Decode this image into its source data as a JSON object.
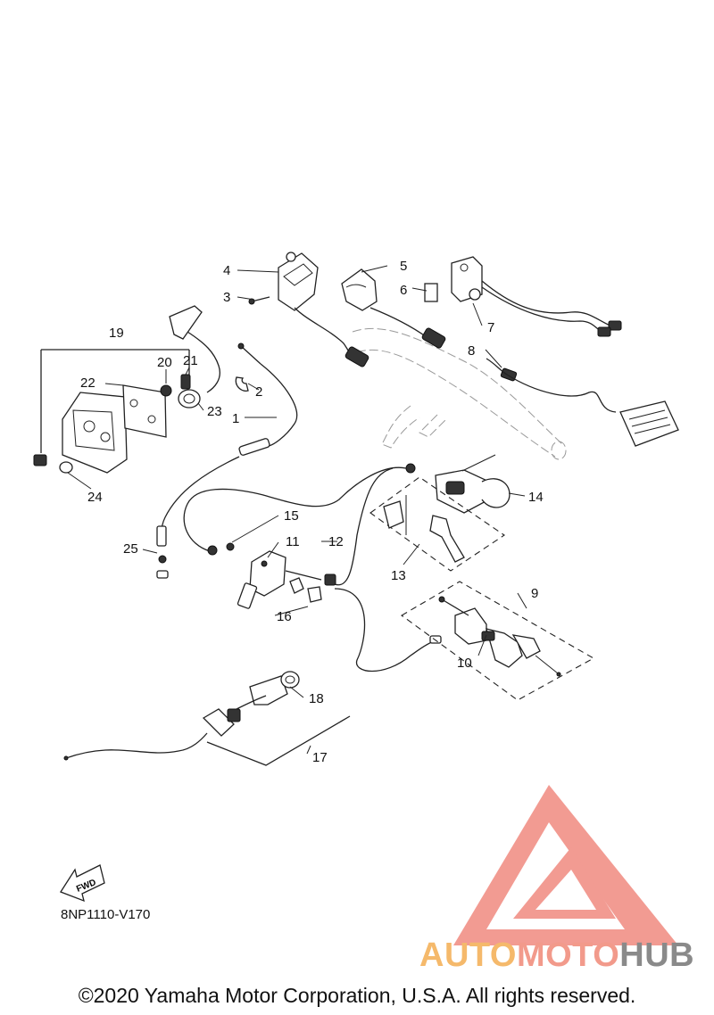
{
  "callouts": {
    "c1": "1",
    "c2": "2",
    "c3": "3",
    "c4": "4",
    "c5": "5",
    "c6": "6",
    "c7": "7",
    "c8": "8",
    "c9": "9",
    "c10": "10",
    "c11": "11",
    "c12": "12",
    "c13": "13",
    "c14": "14",
    "c15": "15",
    "c16": "16",
    "c17": "17",
    "c18": "18",
    "c19": "19",
    "c20": "20",
    "c21": "21",
    "c22": "22",
    "c23": "23",
    "c24": "24",
    "c25": "25"
  },
  "fwd_label": "FWD",
  "diagram_code": "8NP1110-V170",
  "copyright": "©2020 Yamaha Motor Corporation, U.S.A. All rights reserved.",
  "watermark": {
    "word1": "AUTO",
    "word2": "MOTO",
    "word3": "HUB",
    "colors": {
      "triangle": "#f08a80",
      "auto": "#f5b96b",
      "moto": "#f29a8b",
      "hub": "#8a8a8a"
    }
  }
}
